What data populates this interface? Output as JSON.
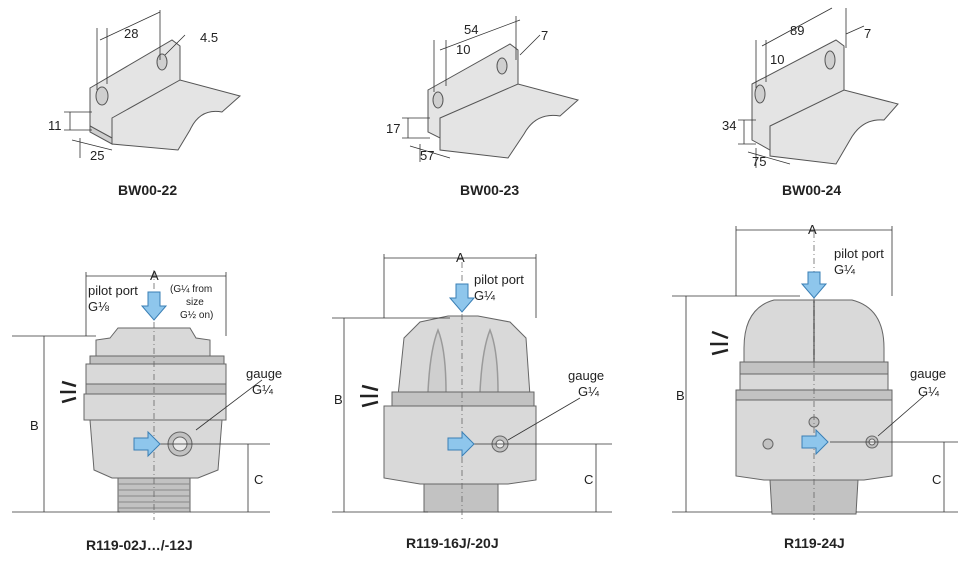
{
  "brackets": [
    {
      "model": "BW00-22",
      "dim_top": "28",
      "dim_hole": "4.5",
      "dim_height": "11",
      "dim_depth": "25"
    },
    {
      "model": "BW00-23",
      "dim_top": "54",
      "dim_slot": "10",
      "dim_hole": "7",
      "dim_height": "17",
      "dim_depth": "57"
    },
    {
      "model": "BW00-24",
      "dim_top": "89",
      "dim_slot": "10",
      "dim_hole": "7",
      "dim_height": "34",
      "dim_depth": "75"
    }
  ],
  "regulators": [
    {
      "model": "R119-02J…/-12J",
      "pilot_label": "pilot port",
      "pilot_size": "G⅛",
      "pilot_note": [
        "(G¼ from",
        "size",
        "G½ on)"
      ],
      "gauge_label": "gauge",
      "gauge_size": "G¼",
      "dim_a": "A",
      "dim_b": "B",
      "dim_c": "C"
    },
    {
      "model": "R119-16J/-20J",
      "pilot_label": "pilot port",
      "pilot_size": "G¼",
      "gauge_label": "gauge",
      "gauge_size": "G¼",
      "dim_a": "A",
      "dim_b": "B",
      "dim_c": "C"
    },
    {
      "model": "R119-24J",
      "pilot_label": "pilot port",
      "pilot_size": "G¼",
      "gauge_label": "gauge",
      "gauge_size": "G¼",
      "dim_a": "A",
      "dim_b": "B",
      "dim_c": "C"
    }
  ],
  "colors": {
    "arrow": "#8ec6ec",
    "arrow_stroke": "#3a7fb5"
  }
}
